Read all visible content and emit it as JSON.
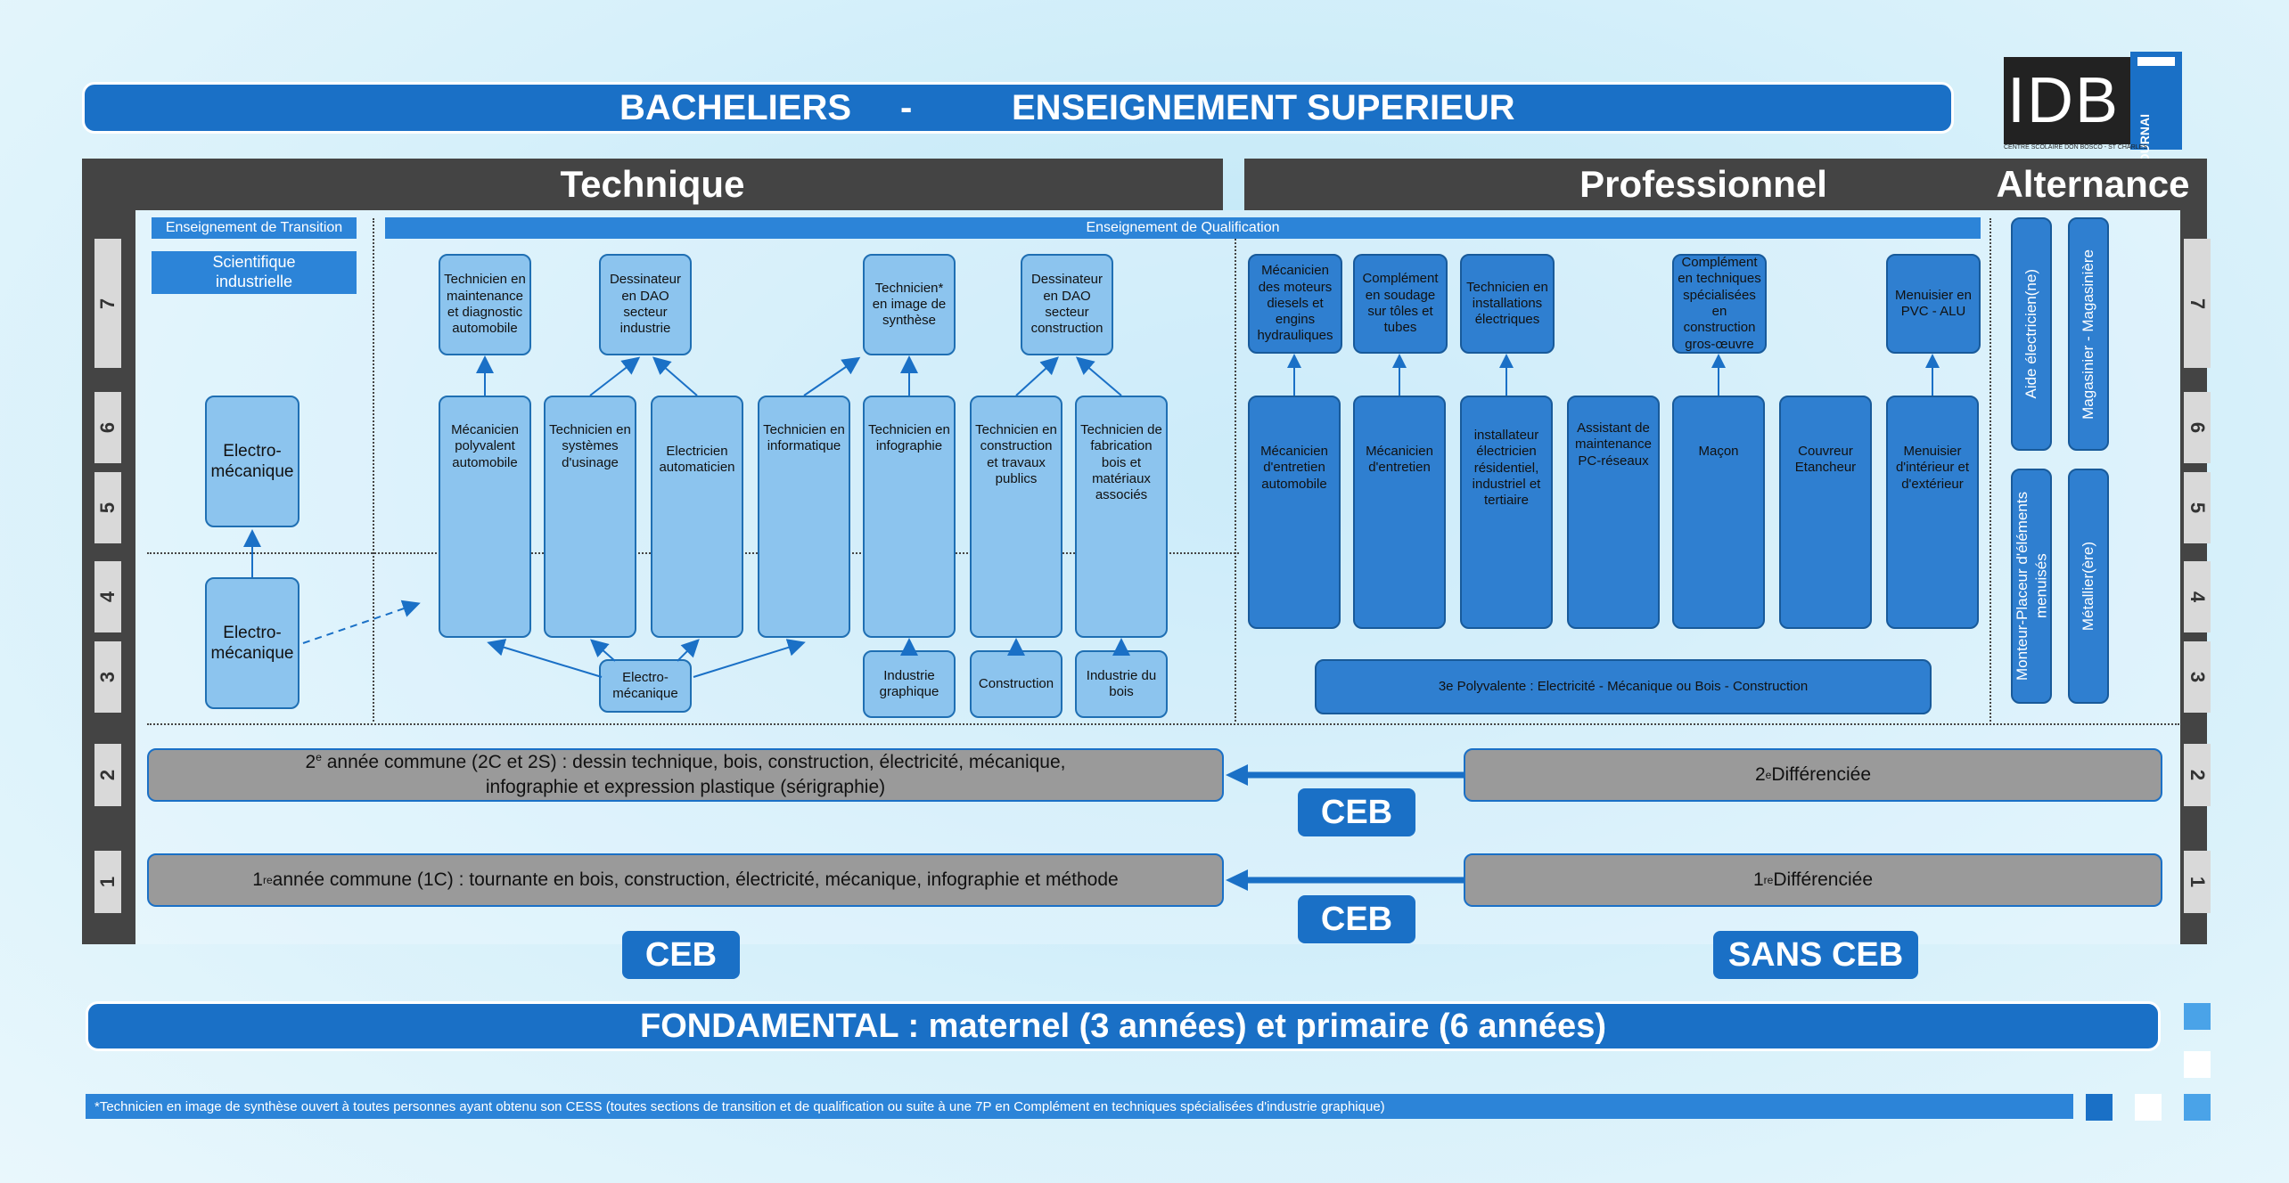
{
  "header": {
    "left": "BACHELIERS",
    "sep": "-",
    "right": "ENSEIGNEMENT SUPERIEUR",
    "logo_text": "IDB",
    "logo_side": "TOURNAI",
    "logo_sub": "CENTRE SCOLAIRE DON BOSCO - ST CHARLES"
  },
  "sections": {
    "technique": "Technique",
    "professionnel": "Professionnel",
    "alternance": "Alternance",
    "transition": "Enseignement de Transition",
    "qualification": "Enseignement de Qualification"
  },
  "years": [
    "7",
    "6",
    "5",
    "4",
    "3",
    "2",
    "1"
  ],
  "boxes": {
    "sci": "Scientifique industrielle",
    "electro_top": "Electro-mécanique",
    "electro_low": "Electro-mécanique",
    "t7_meca": "Technicien en maintenance et diagnostic automobile",
    "t7_dao1": "Dessinateur en DAO secteur industrie",
    "t7_synth": "Technicien* en image de synthèse",
    "t7_dao2": "Dessinateur en DAO secteur construction",
    "meca_auto": "Mécanicien polyvalent automobile",
    "tech_usinage": "Technicien en systèmes d'usinage",
    "elec_auto": "Electricien automaticien",
    "tech_info": "Technicien en informatique",
    "tech_info_graph": "Technicien en infographie",
    "tech_constr": "Technicien en construction et travaux publics",
    "tech_bois": "Technicien de fabrication bois et matériaux associés",
    "electro_small": "Electro-mécanique",
    "indus_graph": "Industrie graphique",
    "construction": "Construction",
    "indus_bois": "Industrie du bois",
    "p7_meca": "Mécanicien des moteurs diesels et engins hydrauliques",
    "p7_soud": "Complément en soudage sur tôles et tubes",
    "p7_inst": "Technicien en installations électriques",
    "p7_compl": "Complément en techniques spécialisées en construction gros-œuvre",
    "p7_menu": "Menuisier en PVC - ALU",
    "p_meca_auto": "Mécanicien d'entretien automobile",
    "p_meca": "Mécanicien d'entretien",
    "p_install": "installateur électricien résidentiel, industriel et tertiaire",
    "p_assist": "Assistant de maintenance PC-réseaux",
    "p_macon": "Maçon",
    "p_couvreur": "Couvreur Etancheur",
    "p_menuisier": "Menuisier d'intérieur et d'extérieur",
    "p_poly": "3e Polyvalente : Electricité - Mécanique ou Bois - Construction",
    "a_aide": "Aide électricien(ne)",
    "a_maga": "Magasinier - Magasinière",
    "a_monteur": "Monteur-Placeur d'éléments menuisés",
    "a_metal": "Métallier(ère)"
  },
  "common": {
    "y2_sup": "e",
    "y2_a": " année commune (2C et 2S) : dessin technique, bois, construction, électricité, mécanique,",
    "y2_b": "infographie et expression plastique (sérigraphie)",
    "y2_num": "2",
    "y1_num": "1",
    "y1_sup": "re",
    "y1_text": " année commune (1C) : tournante en bois, construction, électricité, mécanique, infographie et méthode",
    "d2_num": "2",
    "d2_sup": "e",
    "d2_text": " Différenciée",
    "d1_num": "1",
    "d1_sup": "re",
    "d1_text": " Différenciée"
  },
  "ceb": {
    "mid2": "CEB",
    "mid1": "CEB",
    "left": "CEB",
    "right": "SANS CEB"
  },
  "footer": {
    "fondamental": "FONDAMENTAL : maternel (3 années) et primaire (6 années)",
    "note": "*Technicien en image de synthèse ouvert à toutes personnes ayant obtenu son CESS (toutes sections de transition et de qualification ou suite à une 7P en Complément en techniques spécialisées d'industrie graphique)"
  },
  "colors": {
    "accent": "#1a70c6",
    "dark": "#444444",
    "box_light": "#8cc4ee",
    "box_prof": "#2f7fd0"
  }
}
